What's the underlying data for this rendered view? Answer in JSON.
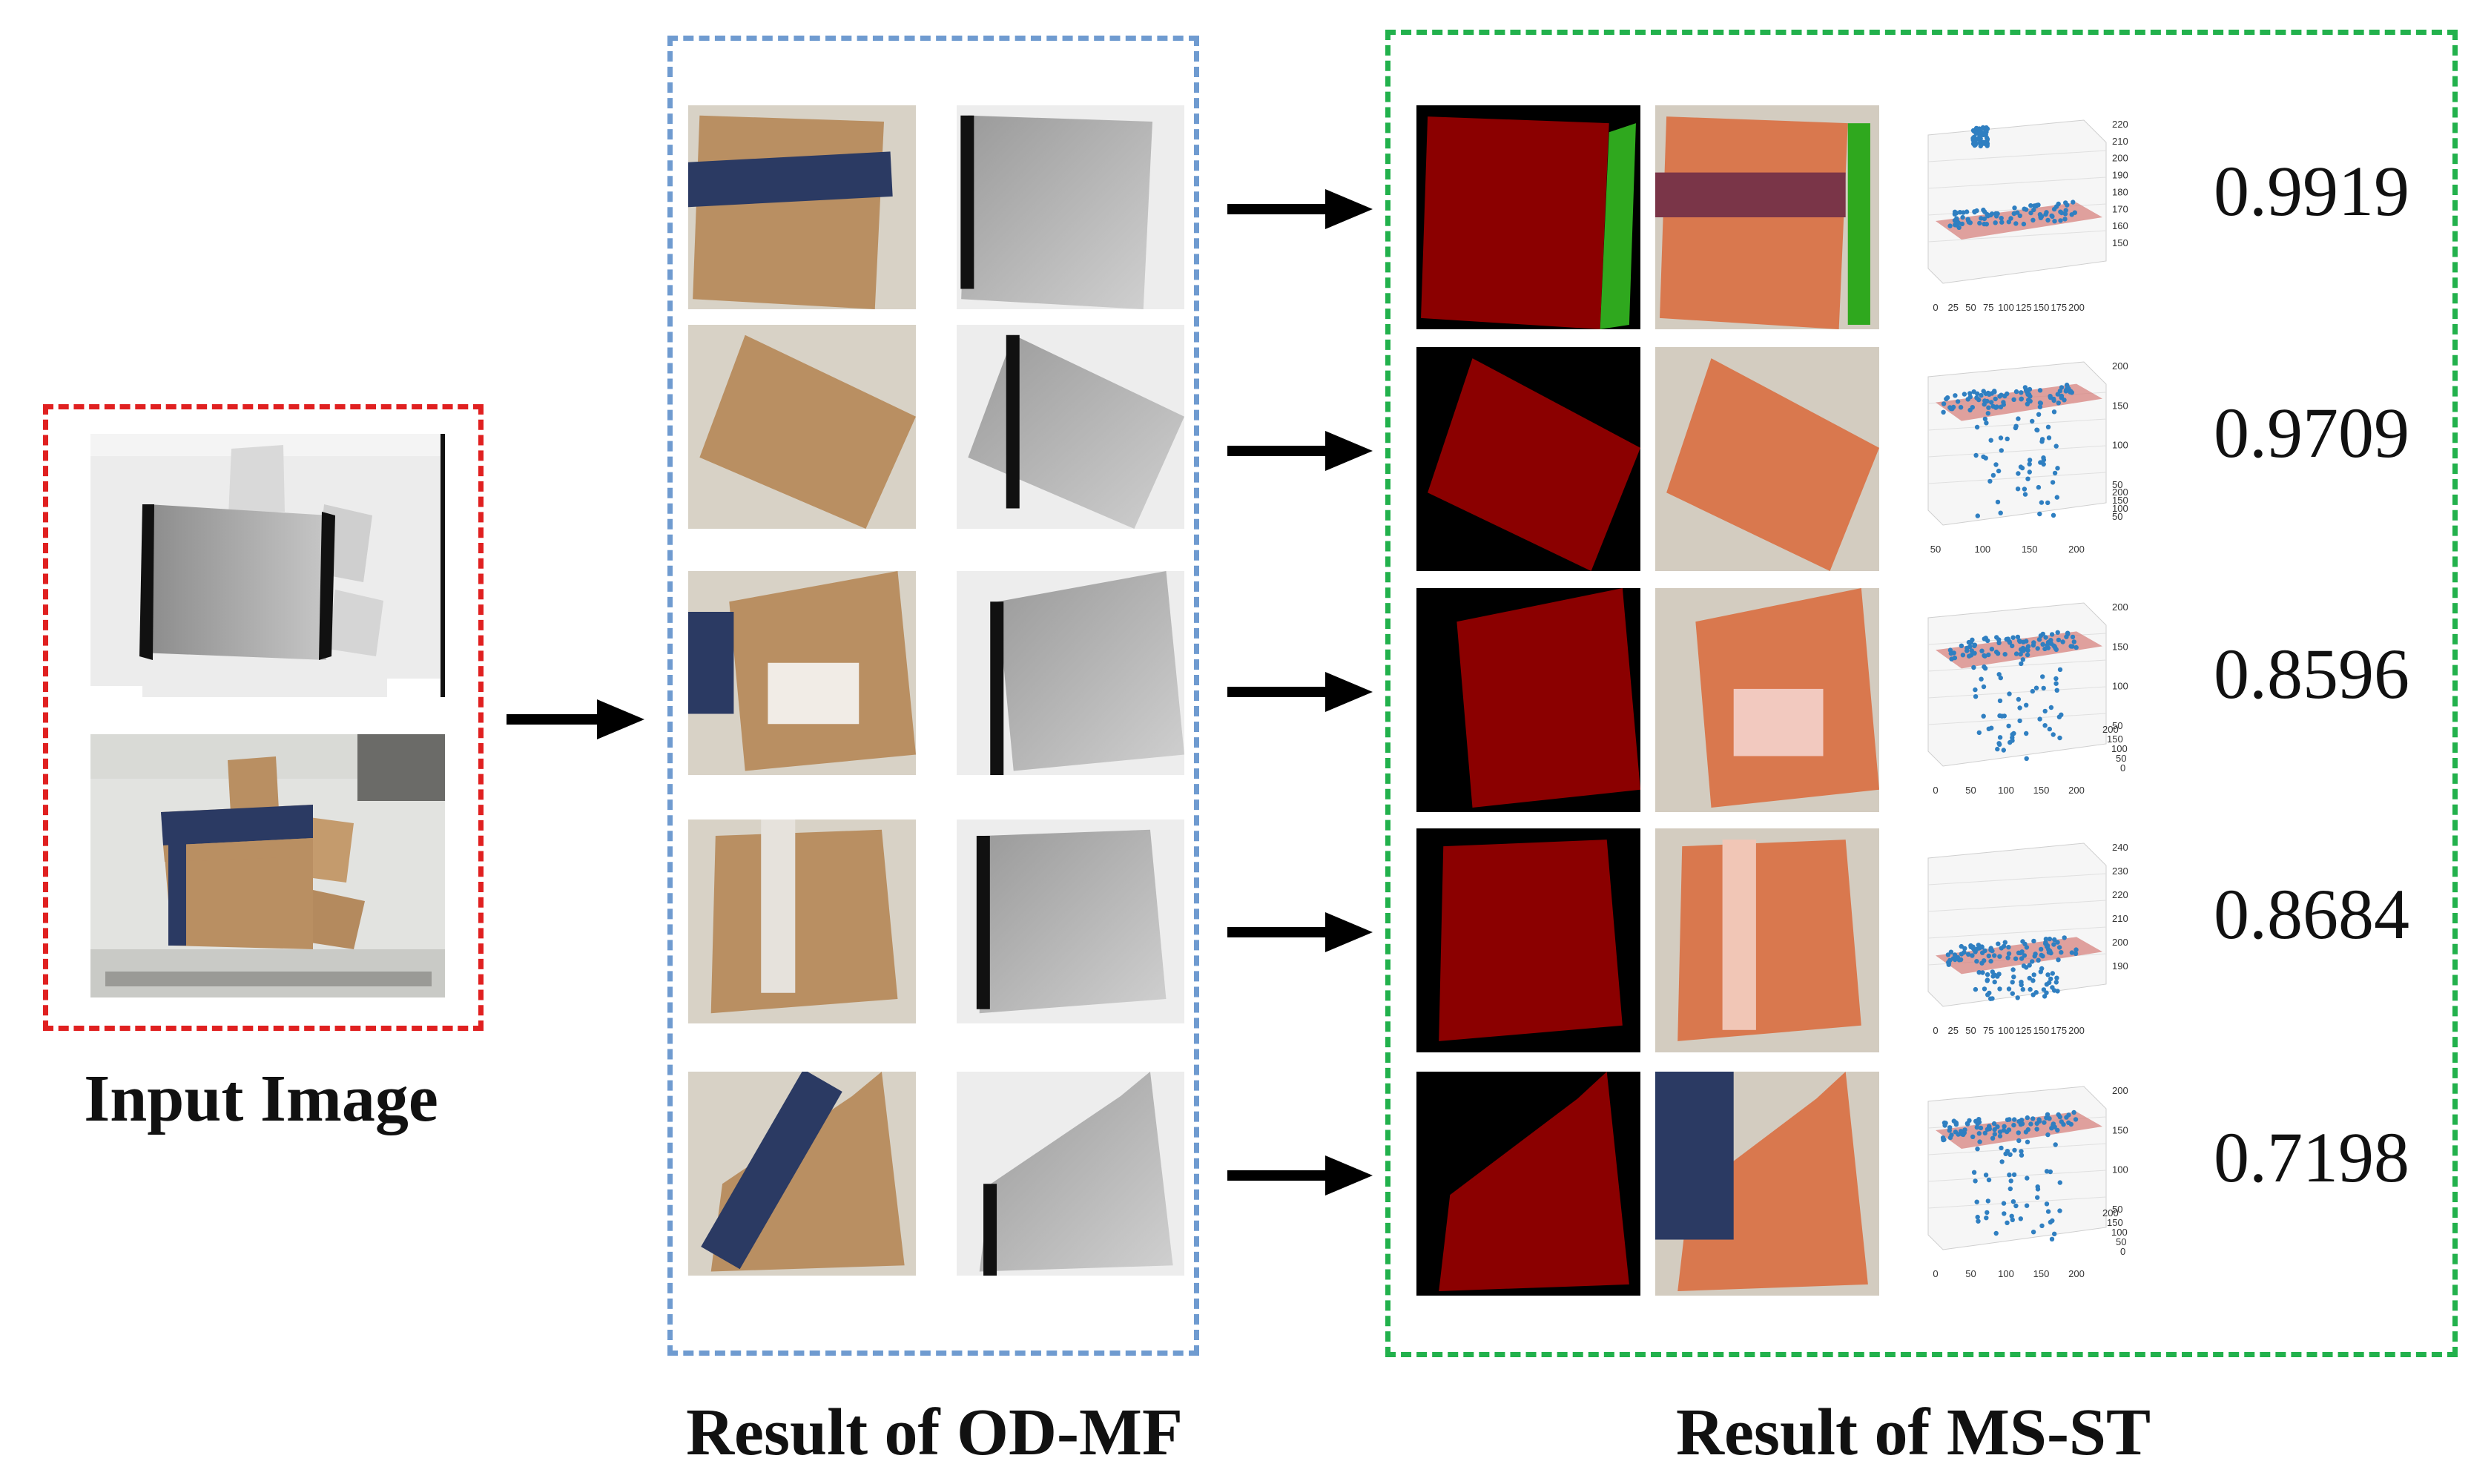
{
  "captions": {
    "input": "Input Image",
    "odmf": "Result of OD-MF",
    "msst": "Result of MS-ST"
  },
  "colors": {
    "input_box": "#e02020",
    "odmf_box": "#6f9bd0",
    "msst_box": "#22b14c",
    "mask_red": "#8b0000",
    "mask_green": "#2fa81e",
    "arrow": "#000000",
    "cardboard": "#b98f62",
    "scatter_blue": "#2f7fc1",
    "plane": "#d7837f"
  },
  "rows": [
    {
      "score": "0.9919",
      "plot": {
        "z_ticks": [
          "220",
          "210",
          "200",
          "190",
          "180",
          "170",
          "160",
          "150"
        ],
        "x_ticks": [
          "0",
          "25",
          "50",
          "75",
          "100",
          "125",
          "150",
          "175",
          "200"
        ]
      }
    },
    {
      "score": "0.9709",
      "plot": {
        "z_ticks": [
          "200",
          "150",
          "100",
          "50"
        ],
        "extra_ticks": [
          "200",
          "150",
          "100",
          "50"
        ],
        "x_ticks": [
          "50",
          "100",
          "150",
          "200"
        ]
      }
    },
    {
      "score": "0.8596",
      "plot": {
        "z_ticks": [
          "200",
          "150",
          "100",
          "50"
        ],
        "x_ticks": [
          "0",
          "50",
          "100",
          "150",
          "200"
        ],
        "y_ticks": [
          "200",
          "150",
          "100",
          "50",
          "0"
        ]
      }
    },
    {
      "score": "0.8684",
      "plot": {
        "z_ticks": [
          "240",
          "230",
          "220",
          "210",
          "200",
          "190"
        ],
        "x_ticks": [
          "0",
          "25",
          "50",
          "75",
          "100",
          "125",
          "150",
          "175",
          "200"
        ]
      }
    },
    {
      "score": "0.7198",
      "plot": {
        "z_ticks": [
          "200",
          "150",
          "100",
          "50"
        ],
        "x_ticks": [
          "0",
          "50",
          "100",
          "150",
          "200"
        ],
        "y_ticks": [
          "200",
          "150",
          "100",
          "50",
          "0"
        ]
      }
    }
  ]
}
